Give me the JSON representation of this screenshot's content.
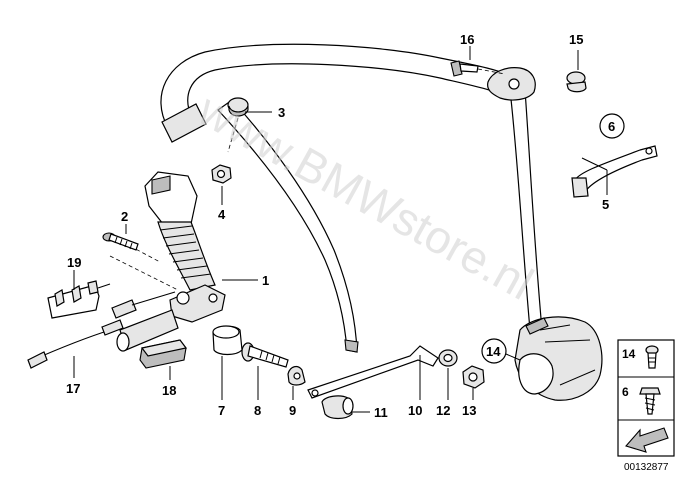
{
  "callouts": [
    "1",
    "2",
    "3",
    "4",
    "5",
    "6",
    "7",
    "8",
    "9",
    "10",
    "11",
    "12",
    "13",
    "14",
    "15",
    "16",
    "17",
    "18",
    "19"
  ],
  "watermark": "www.BMWstore.nl",
  "legend": {
    "items": [
      "14",
      "6"
    ]
  },
  "doc_id": "00132877"
}
